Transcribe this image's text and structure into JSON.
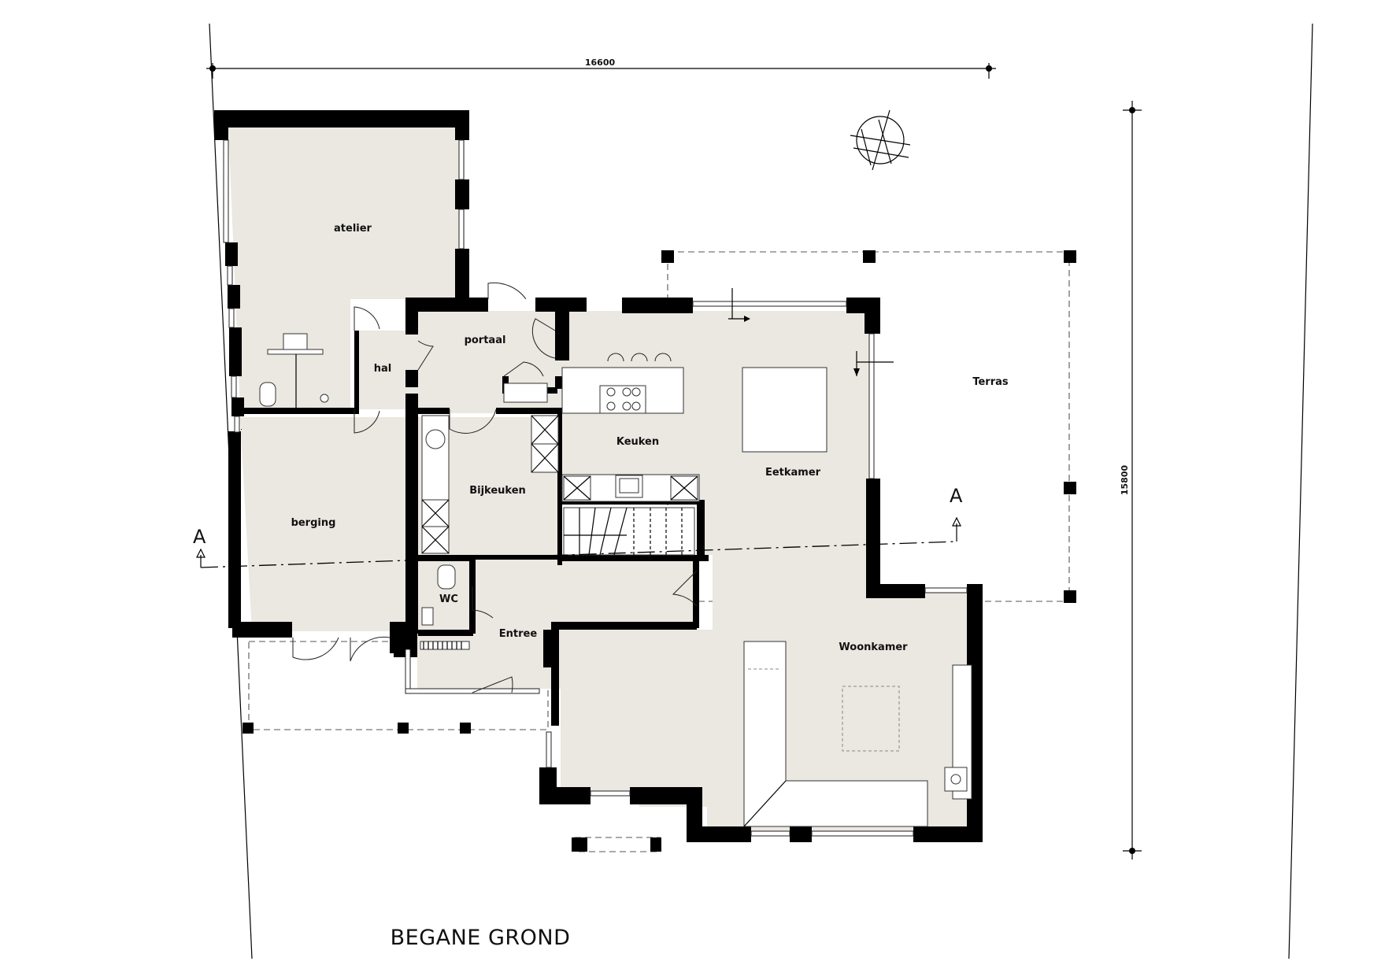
{
  "drawing": {
    "title": "BEGANE GROND",
    "dimensions": {
      "width": "16600",
      "depth": "15800"
    },
    "section_marker": "A",
    "rooms": {
      "atelier": "atelier",
      "portaal": "portaal",
      "hal": "hal",
      "keuken": "Keuken",
      "eetkamer": "Eetkamer",
      "terras": "Terras",
      "bijkeuken": "Bijkeuken",
      "berging": "berging",
      "wc": "WC",
      "entree": "Entree",
      "woonkamer": "Woonkamer"
    }
  },
  "colors": {
    "floor": "#ebe7e1",
    "wall": "#000000",
    "background": "#ffffff"
  },
  "icons": [
    "north-arrow-icon",
    "section-arrow-icon",
    "stair-icon",
    "toilet-icon",
    "sink-icon",
    "cooktop-icon"
  ]
}
